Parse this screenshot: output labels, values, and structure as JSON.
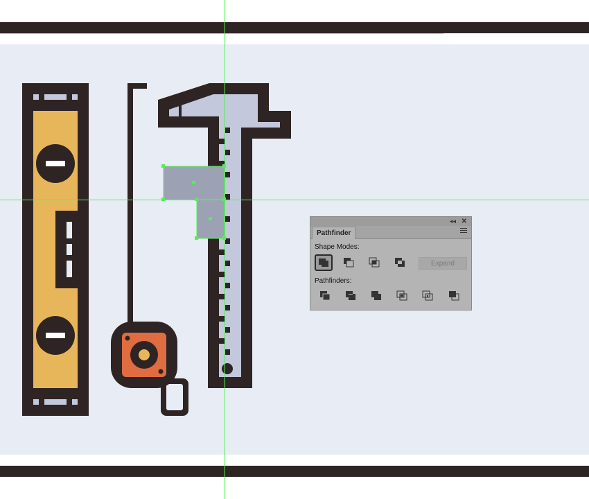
{
  "pathfinder": {
    "tab_label": "Pathfinder",
    "shape_modes_label": "Shape Modes:",
    "pathfinders_label": "Pathfinders:",
    "expand_label": "Expand",
    "shape_mode_buttons": [
      "unite-icon",
      "minus-front-icon",
      "intersect-icon",
      "exclude-icon"
    ],
    "pathfinder_buttons": [
      "divide-icon",
      "trim-icon",
      "merge-icon",
      "crop-icon",
      "outline-icon",
      "minus-back-icon"
    ]
  },
  "colors": {
    "outline": "#2f2424",
    "level_body": "#e8b65a",
    "vial_fill": "#c3c8dc",
    "tape_case": "#e06c42",
    "tape_hub": "#e8b65a",
    "selected_shape": "#9ca2b4",
    "artboard": "#e8ecf5",
    "guide": "#52f052"
  }
}
